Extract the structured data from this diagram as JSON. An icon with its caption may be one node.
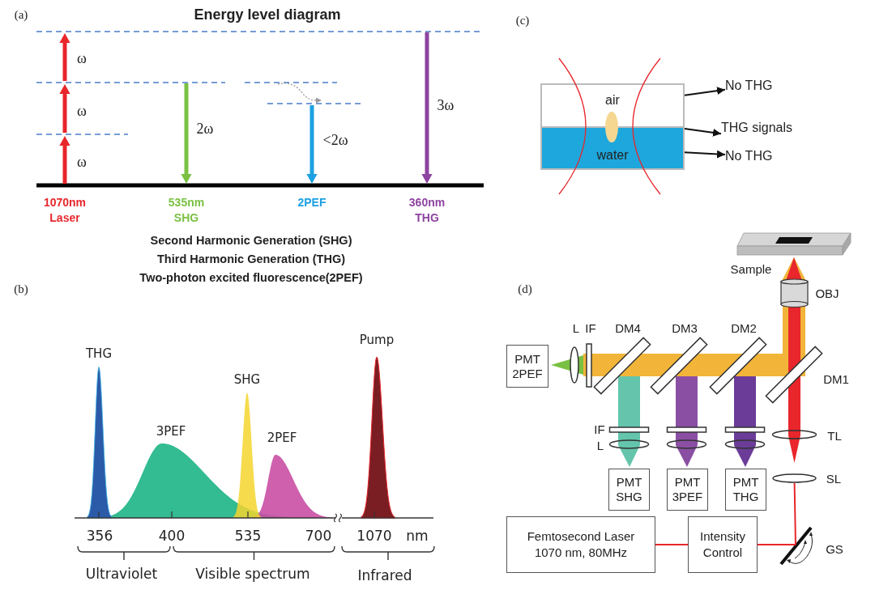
{
  "diagram": {
    "nodes": [
      {
        "text": [
          "air"
        ]
      },
      {
        "text": [
          "water"
        ]
      },
      {
        "text": [
          "No THG"
        ]
      },
      {
        "text": [
          "THG signals"
        ]
      },
      {
        "text": [
          "No THG"
        ]
      },
      {
        "text": [
          "PMT 2PEF"
        ]
      },
      {
        "text": [
          "PMT SHG"
        ]
      },
      {
        "text": [
          "PMT 3PEF"
        ]
      },
      {
        "text": [
          "PMT THG"
        ]
      },
      {
        "text": [
          "Femtosecond Laser 1070 nm, 80MHz"
        ]
      },
      {
        "text": [
          "Intensity Control"
        ]
      },
      {
        "text": [],
        "shape": "bar",
        "beside": [
          "GS"
        ]
      },
      {
        "text": [],
        "shape": "lens",
        "beside": [
          "SL"
        ]
      }
    ],
    "edges": [
      {
        "from": 0,
        "to": 2,
        "arrow": "to"
      },
      {
        "from": 1,
        "to": 3,
        "arrow": "to"
      },
      {
        "from": 1,
        "to": 4,
        "arrow": "to"
      },
      {
        "from": 9,
        "to": 10,
        "arrow": "none",
        "color": "#e8262b"
      },
      {
        "from": 10,
        "to": 11,
        "arrow": "none",
        "color": "#e8262b"
      },
      {
        "from": 11,
        "to": 12,
        "arrow": "none",
        "color": "#e8262b"
      }
    ],
    "labels": [
      "(a)",
      "Energy level diagram",
      "ω",
      "3ω",
      "ω",
      "2ω",
      "<2ω",
      "ω",
      "1070nm Laser",
      "535nm SHG",
      "2PEF",
      "360nm THG",
      "Second Harmonic Generation (SHG)",
      "Third Harmonic Generation (THG)",
      "Two-photon excited fluorescence(2PEF)",
      "(b)",
      "Pump",
      "THG",
      "SHG",
      "3PEF",
      "2PEF",
      "356",
      "400",
      "535",
      "700",
      "1070",
      "nm",
      "Ultraviolet",
      "Visible spectrum",
      "Infrared",
      "(c)",
      "(d)",
      "Sample",
      "OBJ",
      "L",
      "IF",
      "DM4",
      "DM3",
      "DM2",
      "DM1",
      "IF",
      "L",
      "TL"
    ]
  }
}
